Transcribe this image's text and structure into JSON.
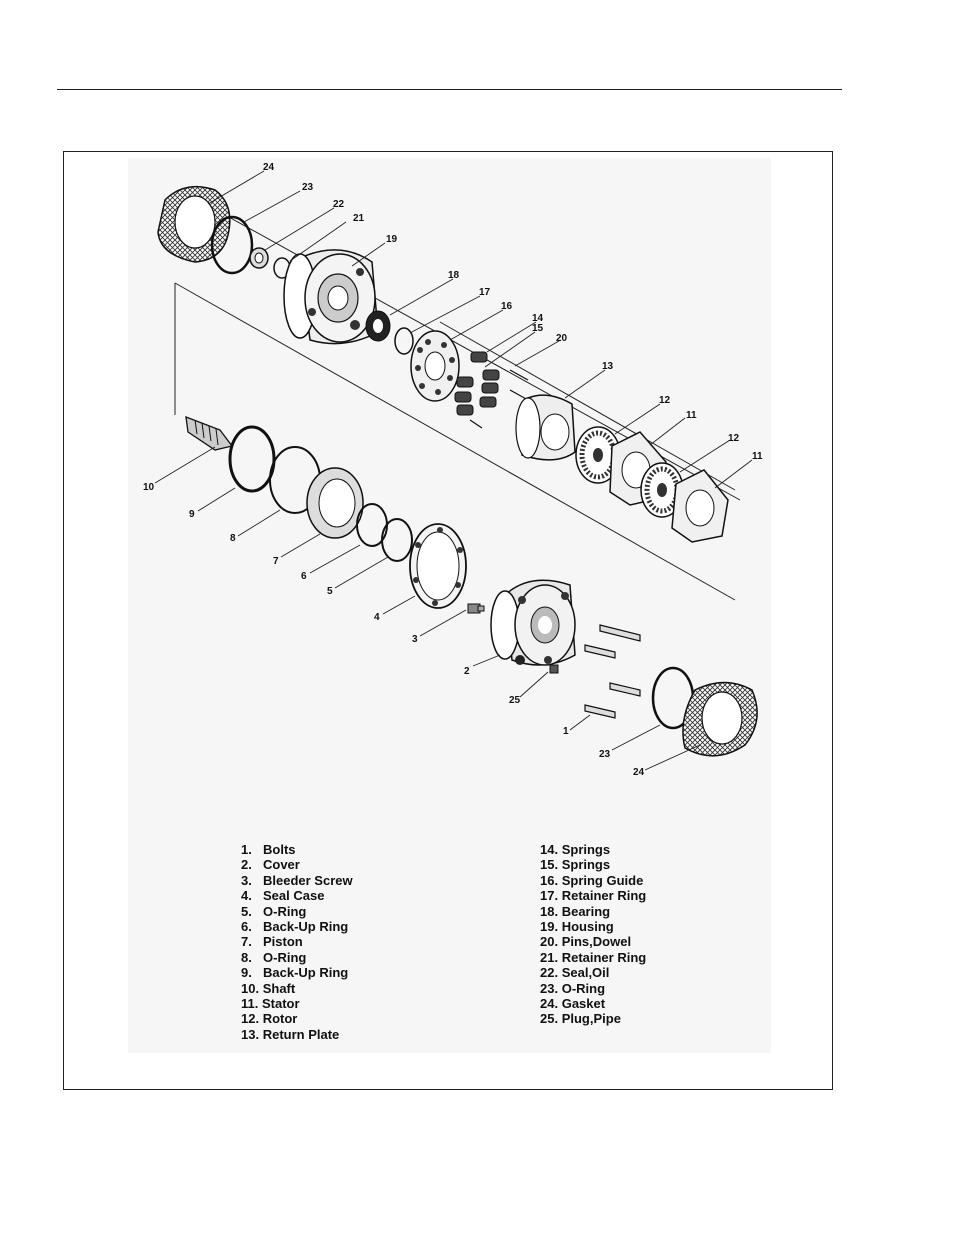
{
  "figure": {
    "callouts": [
      {
        "id": "24a",
        "text": "24"
      },
      {
        "id": "23a",
        "text": "23"
      },
      {
        "id": "22",
        "text": "22"
      },
      {
        "id": "21",
        "text": "21"
      },
      {
        "id": "19",
        "text": "19"
      },
      {
        "id": "18",
        "text": "18"
      },
      {
        "id": "17",
        "text": "17"
      },
      {
        "id": "16",
        "text": "16"
      },
      {
        "id": "14",
        "text": "14"
      },
      {
        "id": "15",
        "text": "15"
      },
      {
        "id": "20",
        "text": "20"
      },
      {
        "id": "13",
        "text": "13"
      },
      {
        "id": "12a",
        "text": "12"
      },
      {
        "id": "11a",
        "text": "11"
      },
      {
        "id": "12b",
        "text": "12"
      },
      {
        "id": "11b",
        "text": "11"
      },
      {
        "id": "10",
        "text": "10"
      },
      {
        "id": "9",
        "text": "9"
      },
      {
        "id": "8",
        "text": "8"
      },
      {
        "id": "7",
        "text": "7"
      },
      {
        "id": "6",
        "text": "6"
      },
      {
        "id": "5",
        "text": "5"
      },
      {
        "id": "4",
        "text": "4"
      },
      {
        "id": "3",
        "text": "3"
      },
      {
        "id": "2",
        "text": "2"
      },
      {
        "id": "25",
        "text": "25"
      },
      {
        "id": "1",
        "text": "1"
      },
      {
        "id": "23b",
        "text": "23"
      },
      {
        "id": "24b",
        "text": "24"
      }
    ],
    "legend_left": [
      {
        "num": "1.",
        "name": "Bolts"
      },
      {
        "num": "2.",
        "name": "Cover"
      },
      {
        "num": "3.",
        "name": "Bleeder Screw"
      },
      {
        "num": "4.",
        "name": "Seal Case"
      },
      {
        "num": "5.",
        "name": "O-Ring"
      },
      {
        "num": "6.",
        "name": "Back-Up Ring"
      },
      {
        "num": "7.",
        "name": "Piston"
      },
      {
        "num": "8.",
        "name": "O-Ring"
      },
      {
        "num": "9.",
        "name": "Back-Up Ring"
      },
      {
        "num": "10.",
        "name": "Shaft"
      },
      {
        "num": "11.",
        "name": "Stator"
      },
      {
        "num": "12.",
        "name": "Rotor"
      },
      {
        "num": "13.",
        "name": "Return Plate"
      }
    ],
    "legend_right": [
      {
        "num": "14.",
        "name": "Springs"
      },
      {
        "num": "15.",
        "name": "Springs"
      },
      {
        "num": "16.",
        "name": "Spring Guide"
      },
      {
        "num": "17.",
        "name": "Retainer Ring"
      },
      {
        "num": "18.",
        "name": "Bearing"
      },
      {
        "num": "19.",
        "name": "Housing"
      },
      {
        "num": "20.",
        "name": "Pins,Dowel"
      },
      {
        "num": "21.",
        "name": "Retainer Ring"
      },
      {
        "num": "22.",
        "name": "Seal,Oil"
      },
      {
        "num": "23.",
        "name": "O-Ring"
      },
      {
        "num": "24.",
        "name": "Gasket"
      },
      {
        "num": "25.",
        "name": "Plug,Pipe"
      }
    ]
  }
}
